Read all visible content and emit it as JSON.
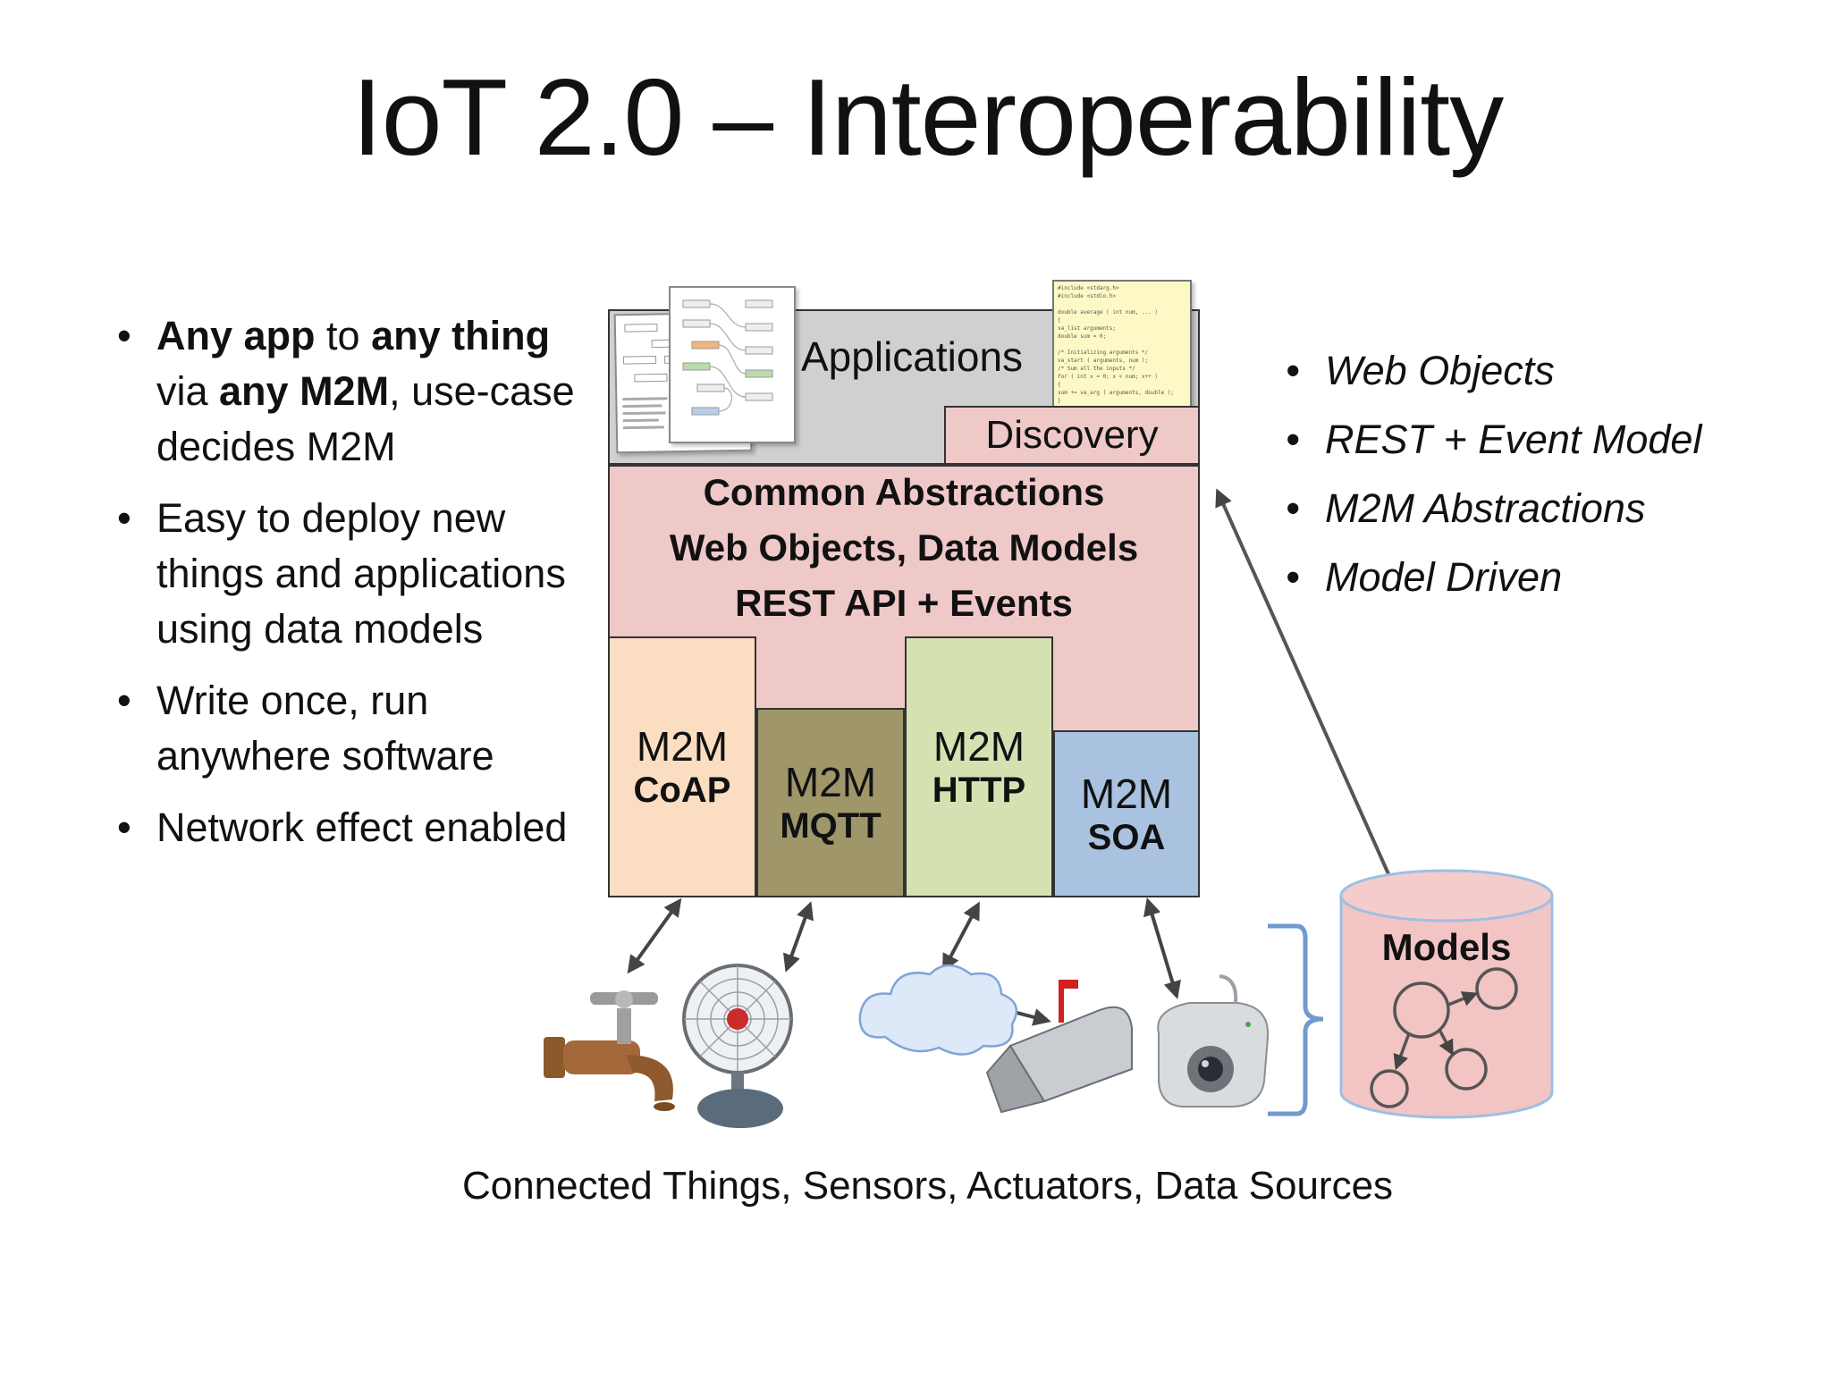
{
  "title": "IoT 2.0 – Interoperability",
  "left_bullets": [
    {
      "parts": [
        {
          "text": "Any app",
          "bold": true
        },
        {
          "text": " to ",
          "bold": false
        },
        {
          "text": "any thing",
          "bold": true
        },
        {
          "text": " via ",
          "bold": false
        },
        {
          "text": "any M2M",
          "bold": true
        },
        {
          "text": ", use-case decides M2M",
          "bold": false
        }
      ]
    },
    {
      "parts": [
        {
          "text": "Easy to deploy new things and applications using data models",
          "bold": false
        }
      ]
    },
    {
      "parts": [
        {
          "text": "Write once, run anywhere software",
          "bold": false
        }
      ]
    },
    {
      "parts": [
        {
          "text": "Network effect enabled",
          "bold": false
        }
      ]
    }
  ],
  "right_bullets": [
    "Web Objects",
    "REST + Event Model",
    "M2M Abstractions",
    "Model Driven"
  ],
  "stack": {
    "applications": "Applications",
    "discovery": "Discovery",
    "abstractions": [
      "Common Abstractions",
      "Web Objects, Data Models",
      "REST API + Events"
    ],
    "m2m": [
      {
        "top": "M2M",
        "bottom": "CoAP",
        "color": "#fbdec2"
      },
      {
        "top": "M2M",
        "bottom": "MQTT",
        "color": "#9f966a"
      },
      {
        "top": "M2M",
        "bottom": "HTTP",
        "color": "#d4e2b2"
      },
      {
        "top": "M2M",
        "bottom": "SOA",
        "color": "#a8c2e0"
      }
    ]
  },
  "models_label": "Models",
  "caption": "Connected Things, Sensors, Actuators, Data Sources",
  "colors": {
    "applications_bg": "#d0d0d0",
    "pink": "#efc8c8",
    "models_fill": "#f2c4c4",
    "models_stroke": "#9cc0e2",
    "bracket": "#6f9bd0"
  },
  "icons": [
    "faucet-icon",
    "fan-icon",
    "cloud-icon",
    "mailbox-icon",
    "webcam-icon",
    "model-graph-icon",
    "code-listing-icon",
    "flow-diagram-icon"
  ]
}
